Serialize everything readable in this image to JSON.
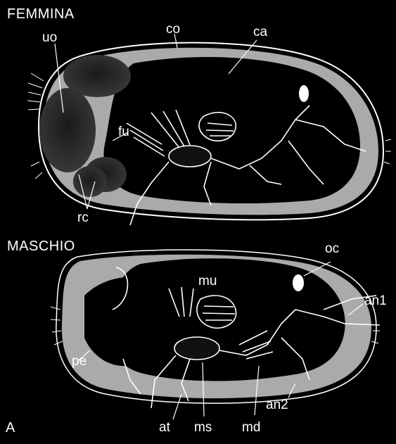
{
  "figure_panel": "A",
  "female": {
    "title": "FEMMINA",
    "labels": {
      "uo": "uo",
      "co": "co",
      "ca": "ca",
      "fu": "fu",
      "rc": "rc"
    }
  },
  "male": {
    "title": "MASCHIO",
    "labels": {
      "oc": "oc",
      "mu": "mu",
      "an1": "an1",
      "pe": "pe",
      "an2": "an2",
      "at": "at",
      "ms": "ms",
      "md": "md"
    }
  },
  "colors": {
    "background": "#000000",
    "carapace_fill": "#aaaaaa",
    "interior": "#000000",
    "egg": "#2a2a2a",
    "lines": "#ffffff"
  }
}
